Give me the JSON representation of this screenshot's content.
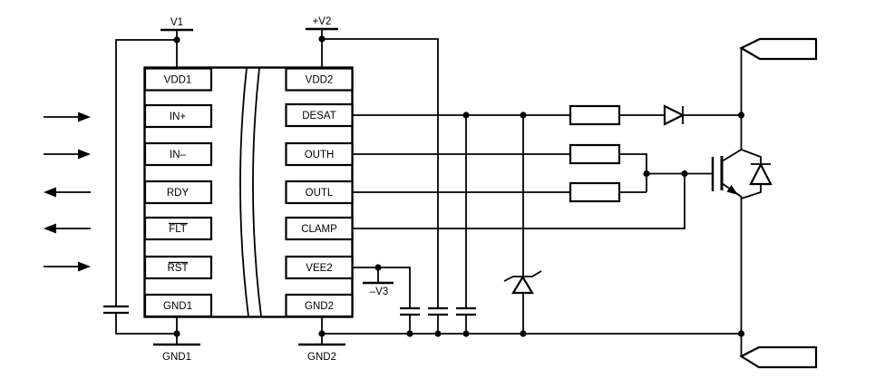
{
  "ic": {
    "left_pins": [
      {
        "label": "VDD1",
        "overline": false,
        "arrow": null
      },
      {
        "label": "IN+",
        "overline": false,
        "arrow": "in"
      },
      {
        "label": "IN–",
        "overline": false,
        "arrow": "in"
      },
      {
        "label": "RDY",
        "overline": false,
        "arrow": "out"
      },
      {
        "label": "FLT",
        "overline": true,
        "arrow": "out"
      },
      {
        "label": "RST",
        "overline": true,
        "arrow": "in"
      },
      {
        "label": "GND1",
        "overline": false,
        "arrow": null
      }
    ],
    "right_pins": [
      {
        "label": "VDD2"
      },
      {
        "label": "DESAT"
      },
      {
        "label": "OUTH"
      },
      {
        "label": "OUTL"
      },
      {
        "label": "CLAMP"
      },
      {
        "label": "VEE2"
      },
      {
        "label": "GND2"
      }
    ]
  },
  "nets": {
    "v1": "V1",
    "v2": "+V2",
    "v3": "–V3",
    "gnd1": "GND1",
    "gnd2": "GND2"
  },
  "components": [
    "isolation-barrier",
    "vdd1-bypass-capacitor",
    "vdd2-capacitor",
    "vee2-capacitor",
    "desat-blanking-capacitor",
    "desat-resistor",
    "desat-diode",
    "desat-zener-diode",
    "outh-gate-resistor",
    "outl-gate-resistor",
    "igbt-transistor",
    "freewheeling-diode",
    "dc-bus-terminal-top",
    "dc-bus-terminal-bottom"
  ],
  "colors": {
    "line": "#000000",
    "background": "#ffffff"
  }
}
